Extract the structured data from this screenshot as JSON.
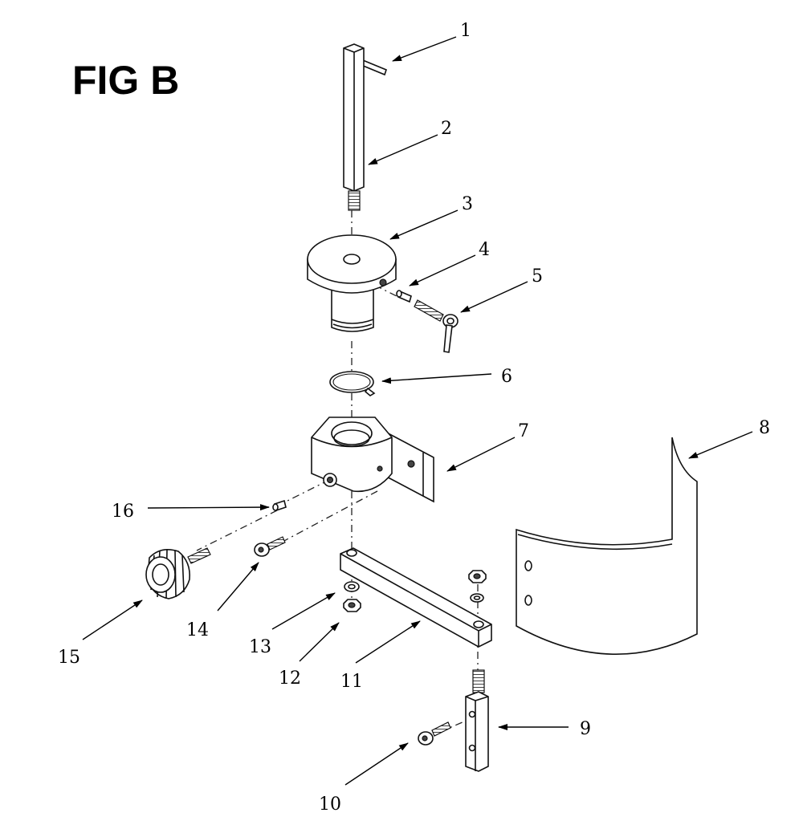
{
  "figure": {
    "title": "FIG B",
    "callouts": {
      "c1": "1",
      "c2": "2",
      "c3": "3",
      "c4": "4",
      "c5": "5",
      "c6": "6",
      "c7": "7",
      "c8": "8",
      "c9": "9",
      "c10": "10",
      "c11": "11",
      "c12": "12",
      "c13": "13",
      "c14": "14",
      "c15": "15",
      "c16": "16"
    }
  }
}
